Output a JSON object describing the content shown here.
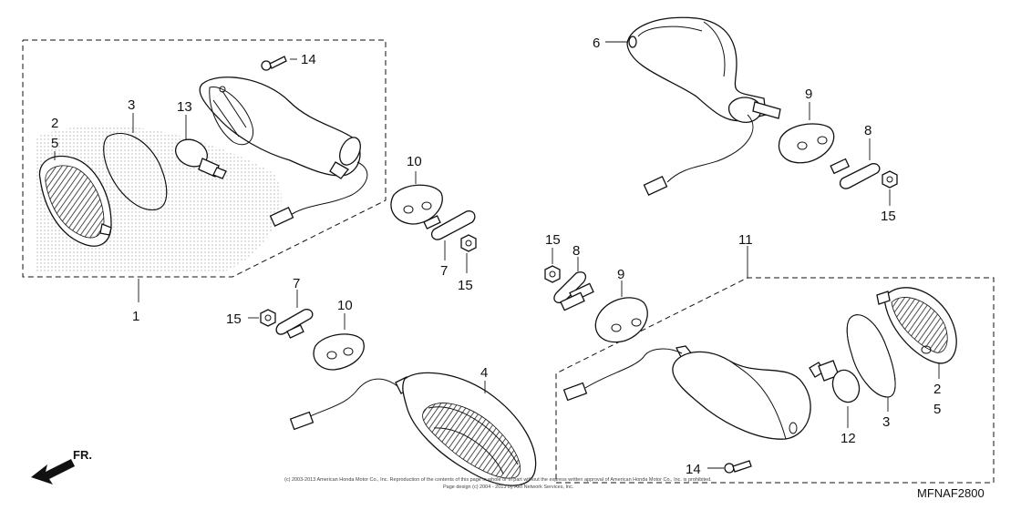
{
  "diagram": {
    "code": "MFNAF2800",
    "direction_label": "FR.",
    "copyright_line1": "(c) 2003-2013 American Honda Motor Co., Inc. Reproduction of the contents of this page in whole or in part without the express written approval of American Honda Motor Co., Inc. is prohibited.",
    "copyright_line2": "Page design (c) 2004 - 2013 by ARI Network Services, Inc.",
    "callouts": {
      "c1": "1",
      "c2a": "2",
      "c5a": "5",
      "c3a": "3",
      "c13": "13",
      "c14a": "14",
      "c10a": "10",
      "c7a": "7",
      "c15a": "15",
      "c7b": "7",
      "c15b": "15",
      "c10b": "10",
      "c4": "4",
      "c6": "6",
      "c9a": "9",
      "c8a": "8",
      "c15c": "15",
      "c11": "11",
      "c15d": "15",
      "c8b": "8",
      "c9b": "9",
      "c2b": "2",
      "c5b": "5",
      "c3b": "3",
      "c12": "12",
      "c14b": "14"
    }
  }
}
